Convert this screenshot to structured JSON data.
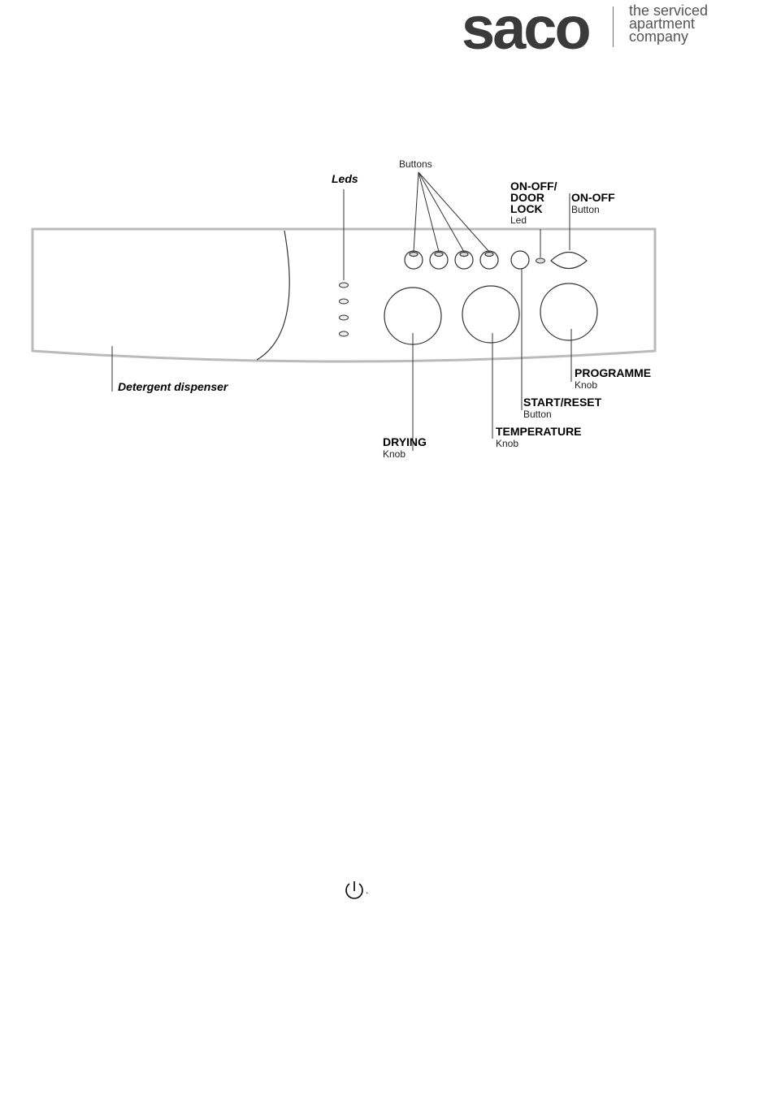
{
  "logo": {
    "wordmark": "saco",
    "tagline": "the serviced\napartment\ncompany"
  },
  "diagram": {
    "labels": {
      "buttons": "Buttons",
      "leds": "Leds",
      "door_lock_title": "ON-OFF/\nDOOR\nLOCK",
      "door_lock_sub": "Led",
      "onoff_title": "ON-OFF",
      "onoff_sub": "Button",
      "detergent": "Detergent dispenser",
      "programme_title": "PROGRAMME",
      "programme_sub": "Knob",
      "start_title": "START/RESET",
      "start_sub": "Button",
      "temperature_title": "TEMPERATURE",
      "temperature_sub": "Knob",
      "drying_title": "DRYING",
      "drying_sub": "Knob"
    }
  },
  "footer": {
    "icon": "power-icon",
    "suffix": "."
  }
}
